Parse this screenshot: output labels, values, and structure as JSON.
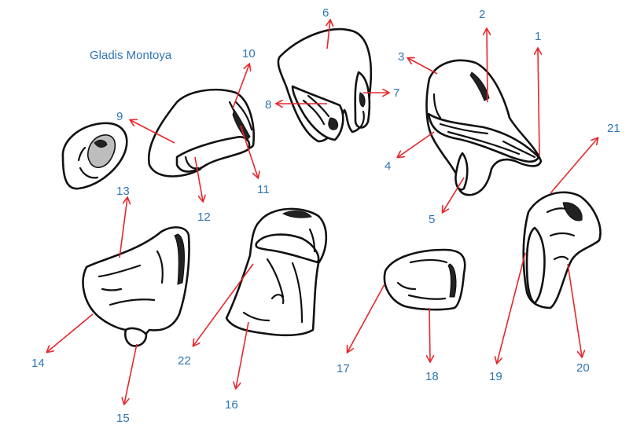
{
  "author": "Gladis Montoya",
  "label_color": "#2e74b5",
  "arrow_color": "#e8262b",
  "labels": {
    "1": "1",
    "2": "2",
    "3": "3",
    "4": "4",
    "5": "5",
    "6": "6",
    "7": "7",
    "8": "8",
    "9": "9",
    "10": "10",
    "11": "11",
    "12": "12",
    "13": "13",
    "14": "14",
    "15": "15",
    "16": "16",
    "17": "17",
    "18": "18",
    "19": "19",
    "20": "20",
    "21": "21",
    "22": "22"
  }
}
